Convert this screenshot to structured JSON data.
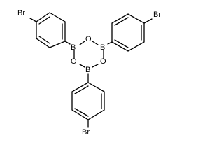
{
  "molecule": {
    "labels": {
      "bromine_top_left": "Br",
      "bromine_top_right": "Br",
      "bromine_bottom": "Br",
      "boron_left": "B",
      "boron_right": "B",
      "boron_center": "B",
      "oxygen_top": "O",
      "oxygen_left": "O",
      "oxygen_right": "O"
    }
  }
}
